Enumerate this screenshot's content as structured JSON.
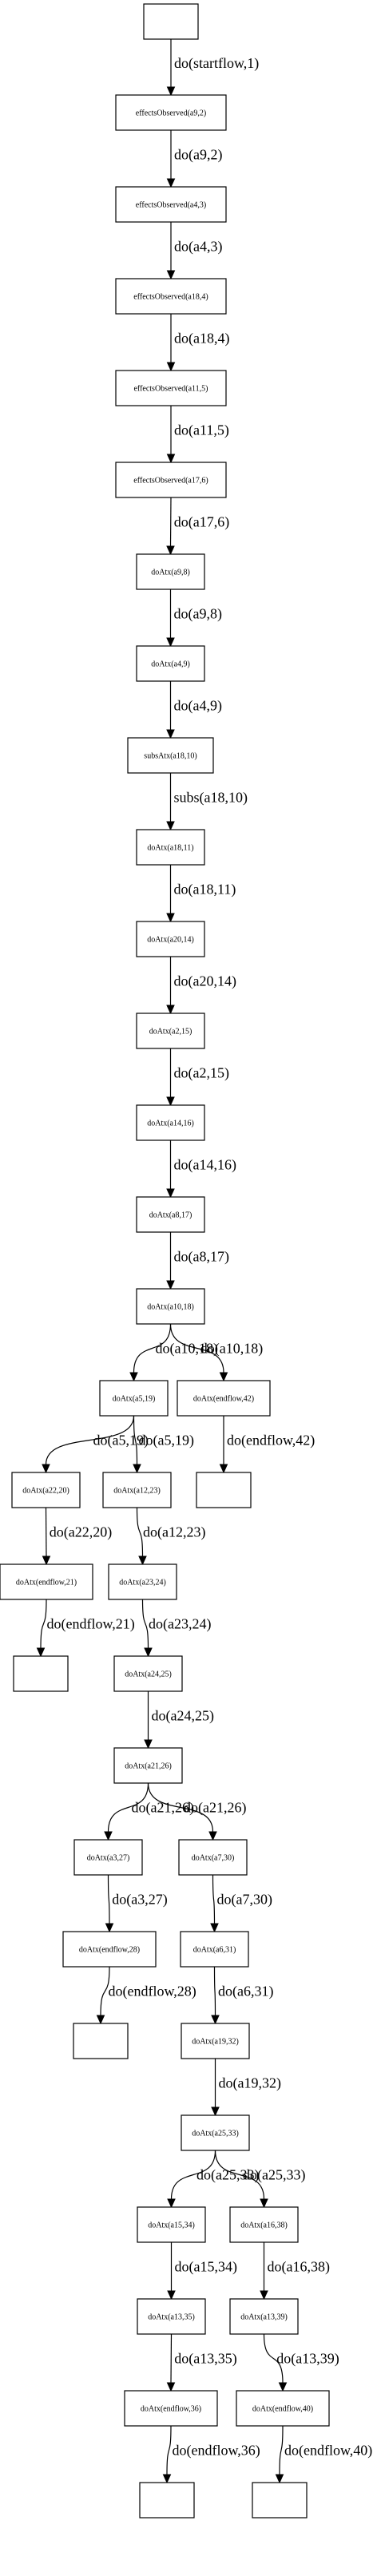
{
  "nodes": {
    "start": "",
    "n1": "effectsObserved(a9,2)",
    "n2": "effectsObserved(a4,3)",
    "n3": "effectsObserved(a18,4)",
    "n4": "effectsObserved(a11,5)",
    "n5": "effectsObserved(a17,6)",
    "n6": "doAtx(a9,8)",
    "n7": "doAtx(a4,9)",
    "n8": "subsAtx(a18,10)",
    "n9": "doAtx(a18,11)",
    "n10": "doAtx(a20,14)",
    "n11": "doAtx(a2,15)",
    "n12": "doAtx(a14,16)",
    "n13": "doAtx(a8,17)",
    "n14": "doAtx(a10,18)",
    "n15": "doAtx(a5,19)",
    "n16": "doAtx(endflow,42)",
    "n17": "doAtx(a22,20)",
    "n18": "doAtx(a12,23)",
    "end42": "",
    "n19": "doAtx(endflow,21)",
    "n20": "doAtx(a23,24)",
    "end21": "",
    "n21": "doAtx(a24,25)",
    "n22": "doAtx(a21,26)",
    "n23": "doAtx(a3,27)",
    "n24": "doAtx(a7,30)",
    "n25": "doAtx(endflow,28)",
    "n26": "doAtx(a6,31)",
    "end28": "",
    "n27": "doAtx(a19,32)",
    "n28": "doAtx(a25,33)",
    "n29": "doAtx(a15,34)",
    "n30": "doAtx(a16,38)",
    "n31": "doAtx(a13,35)",
    "n32": "doAtx(a13,39)",
    "n33": "doAtx(endflow,36)",
    "n34": "doAtx(endflow,40)",
    "end36": "",
    "end40": ""
  },
  "edges": [
    {
      "from": "start",
      "to": "n1",
      "label": "do(startflow,1)"
    },
    {
      "from": "n1",
      "to": "n2",
      "label": "do(a9,2)"
    },
    {
      "from": "n2",
      "to": "n3",
      "label": "do(a4,3)"
    },
    {
      "from": "n3",
      "to": "n4",
      "label": "do(a18,4)"
    },
    {
      "from": "n4",
      "to": "n5",
      "label": "do(a11,5)"
    },
    {
      "from": "n5",
      "to": "n6",
      "label": "do(a17,6)"
    },
    {
      "from": "n6",
      "to": "n7",
      "label": "do(a9,8)"
    },
    {
      "from": "n7",
      "to": "n8",
      "label": "do(a4,9)"
    },
    {
      "from": "n8",
      "to": "n9",
      "label": "subs(a18,10)"
    },
    {
      "from": "n9",
      "to": "n10",
      "label": "do(a18,11)"
    },
    {
      "from": "n10",
      "to": "n11",
      "label": "do(a20,14)"
    },
    {
      "from": "n11",
      "to": "n12",
      "label": "do(a2,15)"
    },
    {
      "from": "n12",
      "to": "n13",
      "label": "do(a14,16)"
    },
    {
      "from": "n13",
      "to": "n14",
      "label": "do(a8,17)"
    },
    {
      "from": "n14",
      "to": "n15",
      "label": "do(a10,18)"
    },
    {
      "from": "n14",
      "to": "n16",
      "label": "do(a10,18)"
    },
    {
      "from": "n15",
      "to": "n17",
      "label": "do(a5,19)"
    },
    {
      "from": "n15",
      "to": "n18",
      "label": "do(a5,19)"
    },
    {
      "from": "n16",
      "to": "end42",
      "label": "do(endflow,42)"
    },
    {
      "from": "n17",
      "to": "n19",
      "label": "do(a22,20)"
    },
    {
      "from": "n18",
      "to": "n20",
      "label": "do(a12,23)"
    },
    {
      "from": "n19",
      "to": "end21",
      "label": "do(endflow,21)"
    },
    {
      "from": "n20",
      "to": "n21",
      "label": "do(a23,24)"
    },
    {
      "from": "n21",
      "to": "n22",
      "label": "do(a24,25)"
    },
    {
      "from": "n22",
      "to": "n23",
      "label": "do(a21,26)"
    },
    {
      "from": "n22",
      "to": "n24",
      "label": "do(a21,26)"
    },
    {
      "from": "n23",
      "to": "n25",
      "label": "do(a3,27)"
    },
    {
      "from": "n24",
      "to": "n26",
      "label": "do(a7,30)"
    },
    {
      "from": "n25",
      "to": "end28",
      "label": "do(endflow,28)"
    },
    {
      "from": "n26",
      "to": "n27",
      "label": "do(a6,31)"
    },
    {
      "from": "n27",
      "to": "n28",
      "label": "do(a19,32)"
    },
    {
      "from": "n28",
      "to": "n29",
      "label": "do(a25,33)"
    },
    {
      "from": "n28",
      "to": "n30",
      "label": "do(a25,33)"
    },
    {
      "from": "n29",
      "to": "n31",
      "label": "do(a15,34)"
    },
    {
      "from": "n30",
      "to": "n32",
      "label": "do(a16,38)"
    },
    {
      "from": "n31",
      "to": "n33",
      "label": "do(a13,35)"
    },
    {
      "from": "n32",
      "to": "n34",
      "label": "do(a13,39)"
    },
    {
      "from": "n33",
      "to": "end36",
      "label": "do(endflow,36)"
    },
    {
      "from": "n34",
      "to": "end40",
      "label": "do(endflow,40)"
    }
  ]
}
